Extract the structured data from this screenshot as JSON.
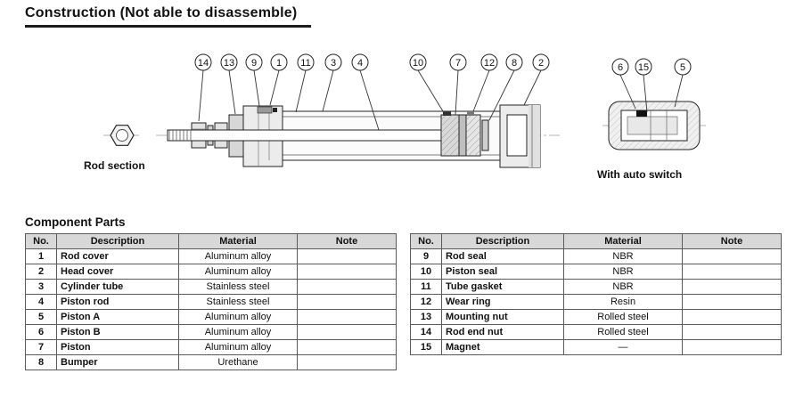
{
  "page": {
    "title": "Construction (Not able to disassemble)"
  },
  "diagram": {
    "rod_section_label": "Rod section",
    "auto_switch_label": "With auto switch",
    "callouts_main": [
      "14",
      "13",
      "9",
      "1",
      "11",
      "3",
      "4",
      "10",
      "7",
      "12",
      "8",
      "2"
    ],
    "callouts_detail": [
      "6",
      "15",
      "5"
    ]
  },
  "component_parts": {
    "heading": "Component Parts",
    "headers": [
      "No.",
      "Description",
      "Material",
      "Note"
    ],
    "left_rows": [
      {
        "no": "1",
        "description": "Rod cover",
        "material": "Aluminum alloy",
        "note": ""
      },
      {
        "no": "2",
        "description": "Head cover",
        "material": "Aluminum alloy",
        "note": ""
      },
      {
        "no": "3",
        "description": "Cylinder tube",
        "material": "Stainless steel",
        "note": ""
      },
      {
        "no": "4",
        "description": "Piston rod",
        "material": "Stainless steel",
        "note": ""
      },
      {
        "no": "5",
        "description": "Piston A",
        "material": "Aluminum alloy",
        "note": ""
      },
      {
        "no": "6",
        "description": "Piston B",
        "material": "Aluminum alloy",
        "note": ""
      },
      {
        "no": "7",
        "description": "Piston",
        "material": "Aluminum alloy",
        "note": ""
      },
      {
        "no": "8",
        "description": "Bumper",
        "material": "Urethane",
        "note": ""
      }
    ],
    "right_rows": [
      {
        "no": "9",
        "description": "Rod seal",
        "material": "NBR",
        "note": ""
      },
      {
        "no": "10",
        "description": "Piston seal",
        "material": "NBR",
        "note": ""
      },
      {
        "no": "11",
        "description": "Tube gasket",
        "material": "NBR",
        "note": ""
      },
      {
        "no": "12",
        "description": "Wear ring",
        "material": "Resin",
        "note": ""
      },
      {
        "no": "13",
        "description": "Mounting nut",
        "material": "Rolled steel",
        "note": ""
      },
      {
        "no": "14",
        "description": "Rod end nut",
        "material": "Rolled steel",
        "note": ""
      },
      {
        "no": "15",
        "description": "Magnet",
        "material": "—",
        "note": ""
      }
    ]
  }
}
